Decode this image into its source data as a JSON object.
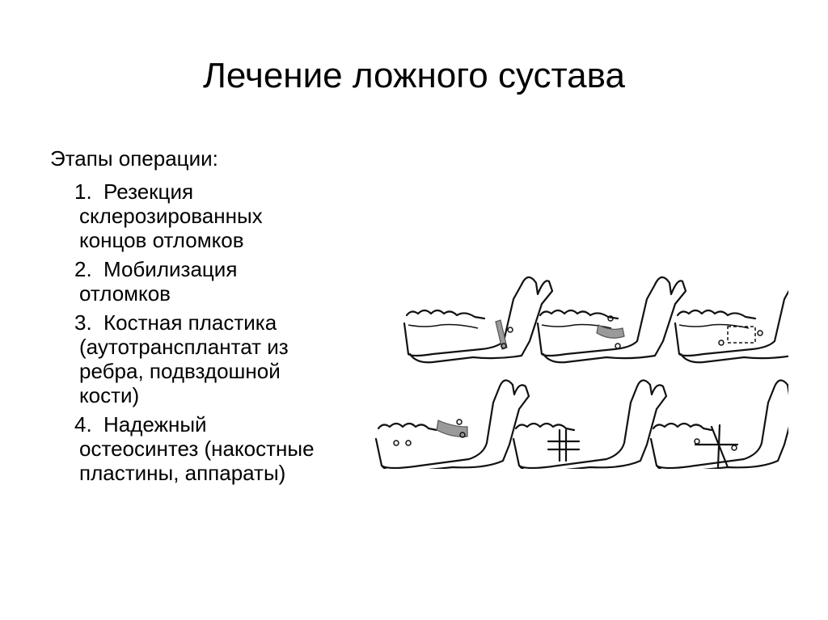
{
  "title": "Лечение ложного сустава",
  "intro": "Этапы операции:",
  "steps": [
    {
      "num": "1.",
      "first": "Резекция",
      "rest": [
        "склерозированных",
        "концов отломков"
      ]
    },
    {
      "num": "2.",
      "first": "Мобилизация",
      "rest": [
        "отломков"
      ]
    },
    {
      "num": "3.",
      "first": "Костная пластика",
      "rest": [
        "(аутотрансплантат из",
        "ребра, подвздошной",
        "кости)"
      ]
    },
    {
      "num": "4.",
      "first": "Надежный",
      "rest": [
        "остеосинтез (накостные",
        "пластины, аппараты)"
      ]
    }
  ],
  "figure": {
    "icon": "mandible-illustrations",
    "panels": 6
  }
}
